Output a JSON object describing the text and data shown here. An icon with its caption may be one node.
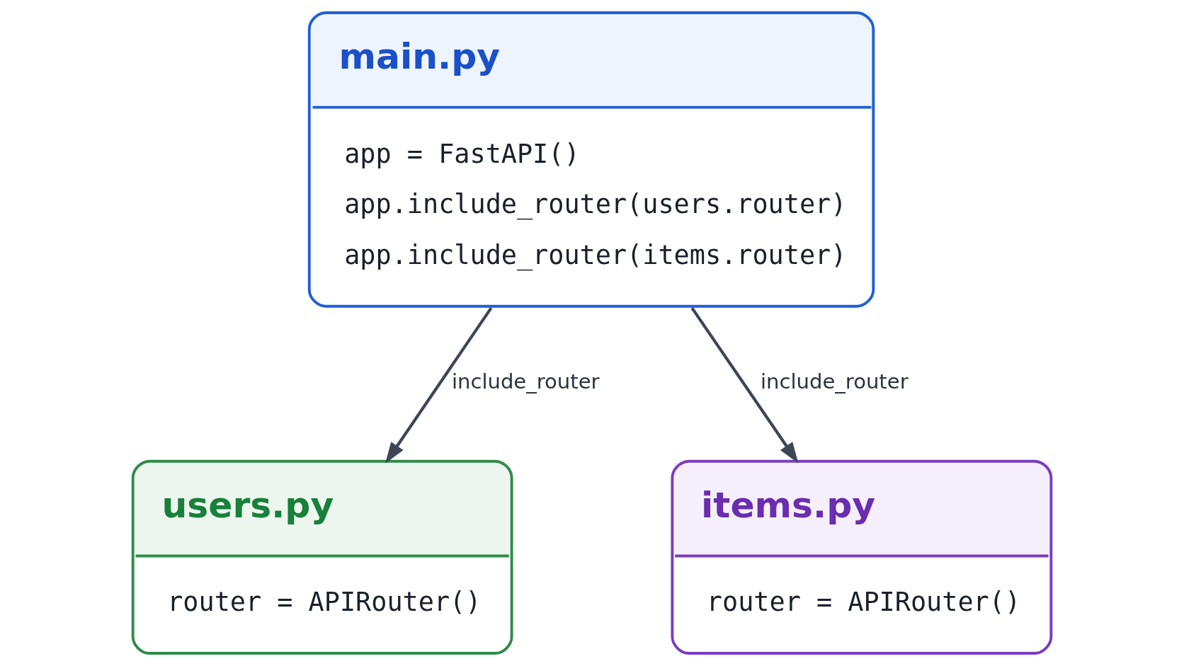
{
  "diagram": {
    "nodes": [
      {
        "text": [
          "main.py",
          "app = FastAPI()",
          "app.include_router(users.router)",
          "app.include_router(items.router)"
        ]
      },
      {
        "text": [
          "users.py",
          "router = APIRouter()"
        ]
      },
      {
        "text": [
          "items.py",
          "router = APIRouter()"
        ]
      }
    ],
    "edges": [
      {
        "from": 0,
        "to": 1,
        "arrow": "to",
        "label": "include_router"
      },
      {
        "from": 0,
        "to": 2,
        "arrow": "to",
        "label": "include_router"
      }
    ]
  }
}
